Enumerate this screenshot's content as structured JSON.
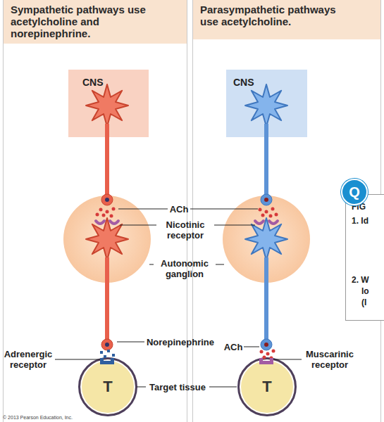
{
  "diagram": {
    "nodes": [
      {
        "text": [
          "Sympathetic pathways use acetylcholine and norepinephrine."
        ]
      },
      {
        "text": [
          "CNS"
        ],
        "in": 0
      },
      {
        "text": [
          "T"
        ],
        "in": 0
      },
      {
        "text": [
          "Parasympathetic pathways use acetylcholine."
        ]
      },
      {
        "text": [
          "CNS"
        ],
        "in": 3
      },
      {
        "text": [
          "T"
        ],
        "in": 3
      },
      {
        "text": [
          "Q"
        ]
      },
      {
        "text": [
          "FIG",
          "1. Id",
          "2. W",
          "lo",
          "(I"
        ]
      }
    ],
    "labels": [
      "ACh",
      "Nicotinic receptor",
      "Autonomic ganglion",
      "Norepinephrine",
      "Adrenergic receptor",
      "ACh",
      "Muscarinic receptor",
      "Target tissue",
      "© 2013 Pearson Education, Inc."
    ]
  }
}
